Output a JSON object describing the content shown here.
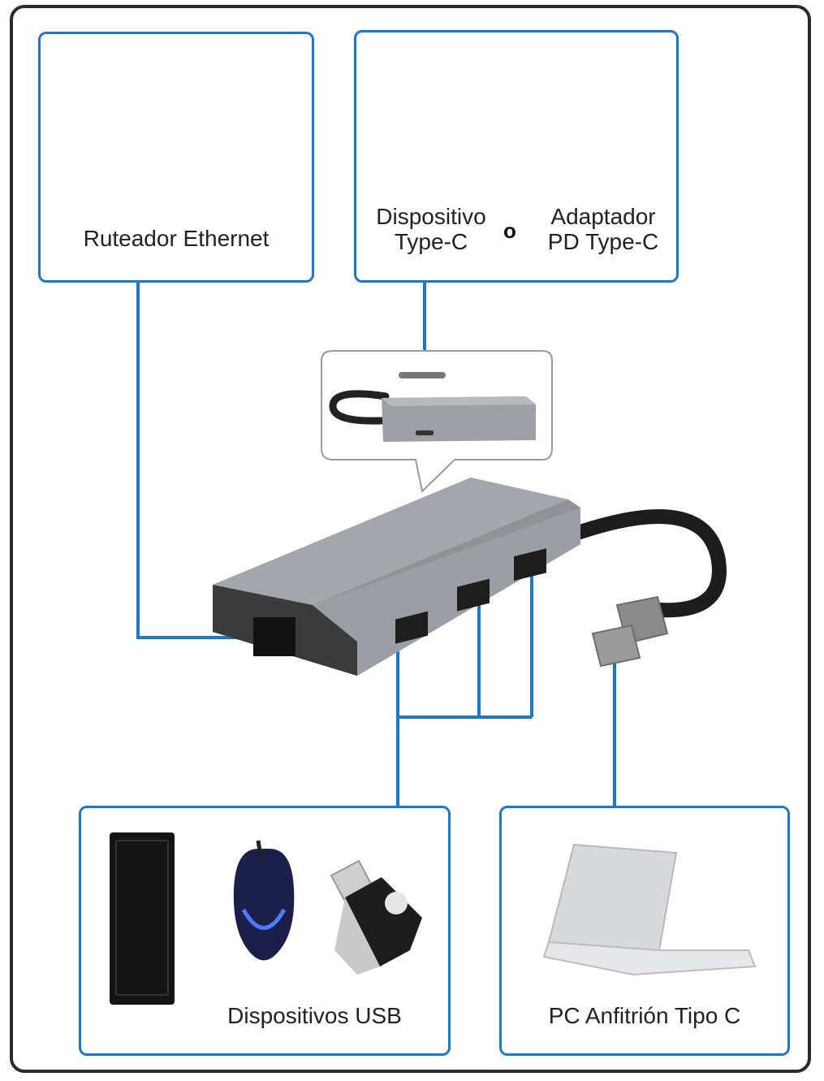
{
  "boxes": {
    "router": {
      "label": "Ruteador Ethernet"
    },
    "typec_device": {
      "label_line1": "Dispositivo",
      "label_line2": "Type-C"
    },
    "or_word": "o",
    "pd_adapter": {
      "label_line1": "Adaptador",
      "label_line2": "PD Type-C"
    },
    "usb_devices": {
      "label": "Dispositivos USB"
    },
    "host_pc": {
      "label": "PC Anfitrión Tipo C"
    }
  },
  "colors": {
    "connector_line": "#1f77c8",
    "frame": "#2b2b2b",
    "hub_body": "#8f9296"
  },
  "icons": [
    "router-icon",
    "ssd-icon",
    "power-adapter-icon",
    "usb-c-hub-icon",
    "keyboard-icon",
    "mouse-icon",
    "usb-flash-drive-icon",
    "laptop-icon"
  ]
}
